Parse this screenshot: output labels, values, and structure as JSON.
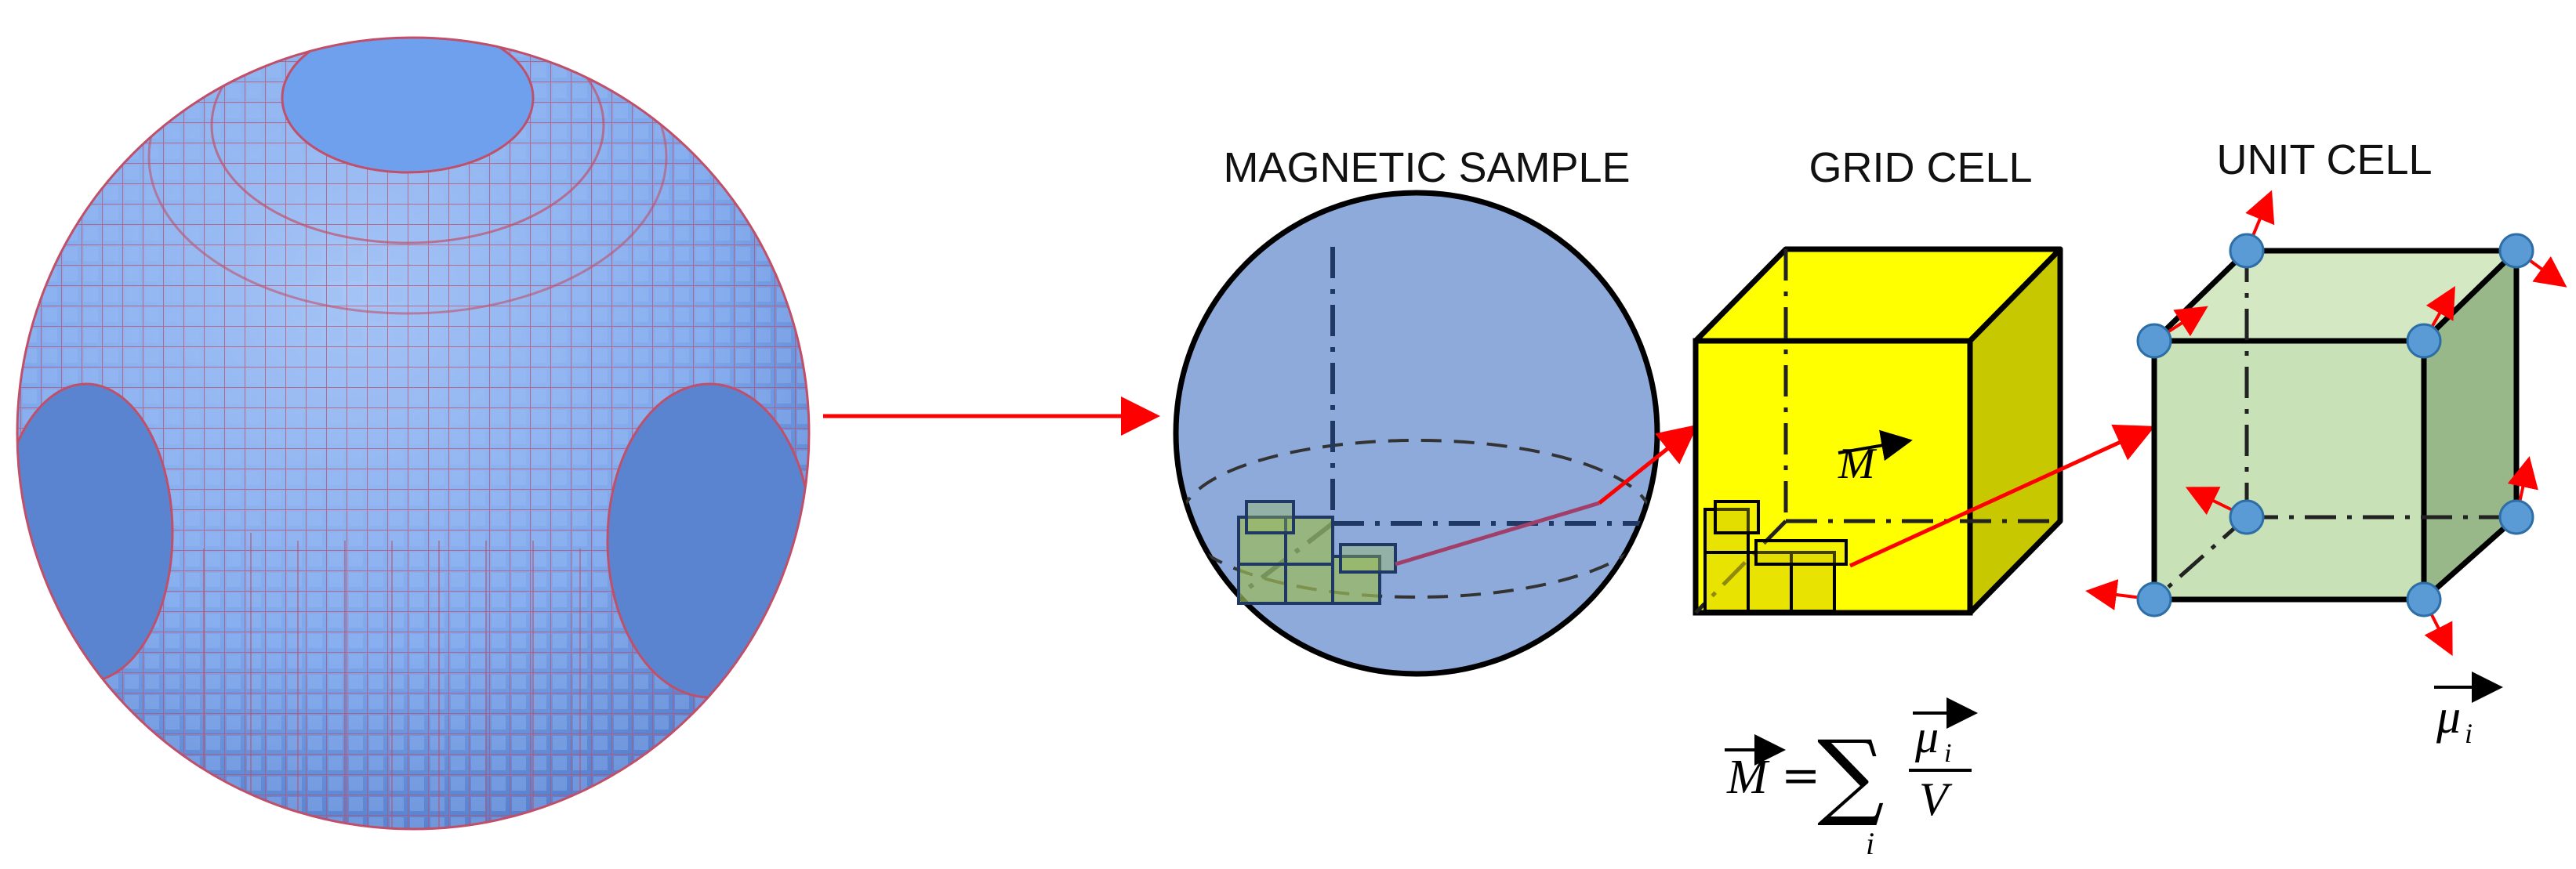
{
  "labels": {
    "magnetic_sample": "MAGNETIC SAMPLE",
    "grid_cell": "GRID CELL",
    "unit_cell": "UNIT CELL"
  },
  "symbols": {
    "magnetization": "M",
    "moment": "μ",
    "moment_subscript": "i",
    "sum_sign": "∑",
    "sum_index": "i",
    "equals": "=",
    "volume": "V"
  },
  "colors": {
    "sphere_blue": "#7ea7ec",
    "sample_fill": "#8eaadb",
    "grid_yellow": "#ffff00",
    "unit_green": "#c9e1b7",
    "arrow_red": "#ff0000",
    "atom_blue": "#5b9bd5",
    "voxel_green": "#9bbb59"
  },
  "icons": {
    "voxel_sphere": "voxelized-sphere-icon",
    "atom": "atom-dot-icon"
  }
}
